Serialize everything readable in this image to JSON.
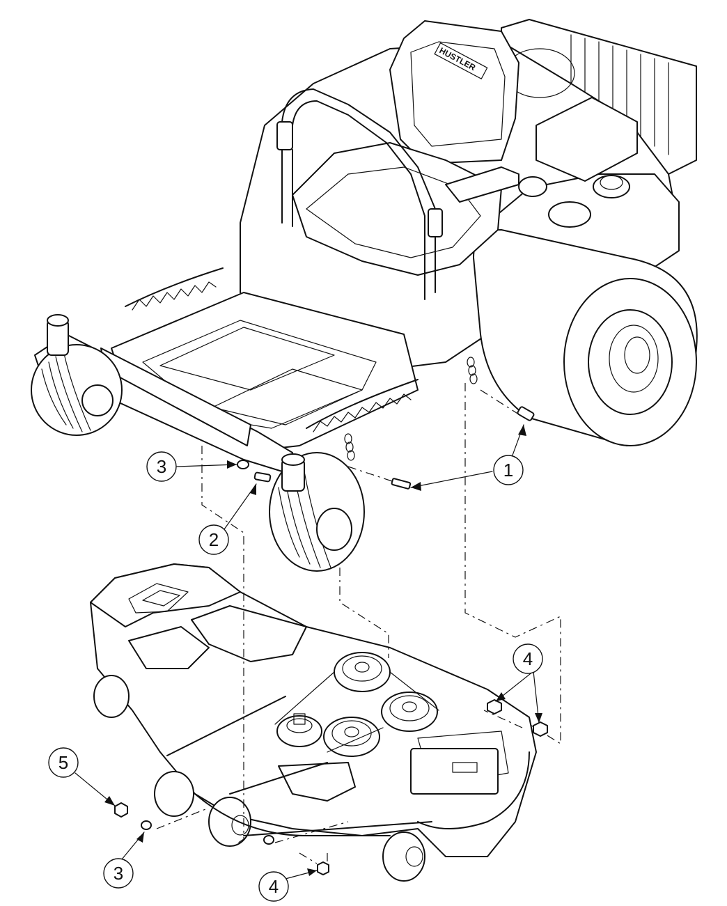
{
  "diagram": {
    "seat_brand": "HUSTLER",
    "callouts": [
      {
        "id": "c1",
        "label": "1"
      },
      {
        "id": "c2",
        "label": "2"
      },
      {
        "id": "c3a",
        "label": "3"
      },
      {
        "id": "c3b",
        "label": "3"
      },
      {
        "id": "c4a",
        "label": "4"
      },
      {
        "id": "c4b",
        "label": "4"
      },
      {
        "id": "c5",
        "label": "5"
      }
    ]
  }
}
